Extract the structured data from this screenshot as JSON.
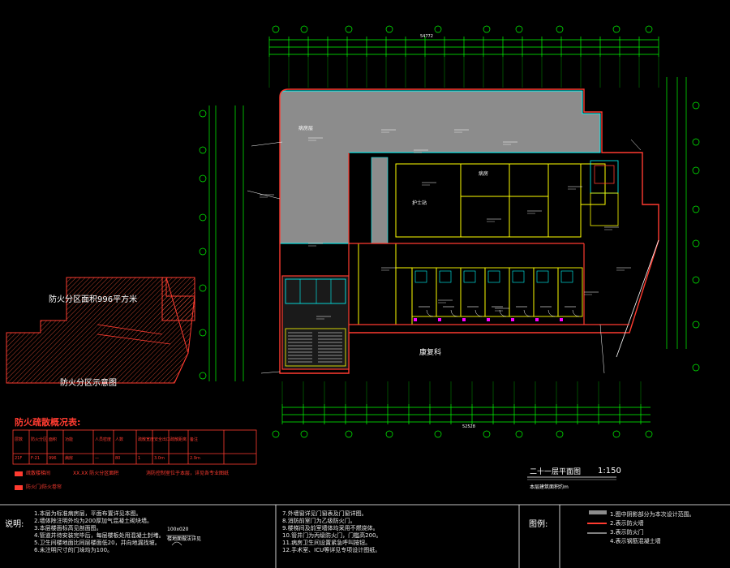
{
  "colors": {
    "background": "#000000",
    "wall": "#ff3b30",
    "partition": "#ffff00",
    "dimension": "#00ff00",
    "axis": "#00ffff",
    "text": "#ffffff",
    "accent_text": "#ff3b30",
    "fill_gray": "#8c8c8c",
    "room_fill": "#2a2a2a",
    "hatch": "#ff5a3c",
    "magenta": "#ff00ff"
  },
  "plan": {
    "title": "二十一层平面图",
    "scale": "1:150",
    "subtitle": "本层建筑面积约m",
    "dim_top_total": "54772",
    "dim_bottom_total": "52528",
    "room_labels": [
      {
        "text": "病房层",
        "highlight": true
      },
      {
        "text": "护士站"
      },
      {
        "text": "病房"
      },
      {
        "text": "康复科"
      }
    ]
  },
  "fire_zone": {
    "zone_label": "防火分区面积996平方米",
    "caption": "防火分区示意图"
  },
  "evac_table": {
    "title": "防火疏散概况表:",
    "headers": [
      "层数",
      "防火分区",
      "面积",
      "功能",
      "人员密度",
      "人数",
      "疏散宽度",
      "安全出口",
      "疏散距离",
      "备注"
    ],
    "row": [
      "21F",
      "F-21",
      "996",
      "病房",
      "—",
      "80",
      "1",
      "3.0m",
      "",
      "2.9m"
    ],
    "legend_1": "疏散楼梯间",
    "legend_1_note": "XX.XX 防火分区面积",
    "legend_2": "防火门/防火卷帘",
    "note_bottom": "消防控制室位于本层，详见各专业图纸"
  },
  "notes": {
    "label": "说明:",
    "items": [
      "1.本层为标准病房层，平面布置详见本图。",
      "2.墙体除注明外均为200厚加气混凝土砌块墙。",
      "3.本层楼面标高见剖面图。",
      "4.管道井待安装完毕后，每层楼板处用混凝土封堵。",
      "5.卫生间楼地面比同层楼面低20，并向地漏找坡。",
      "6.未注明尺寸的门垛均为100。",
      "7.外墙窗详见门窗表及门窗详图。",
      "8.消防前室门为乙级防火门。",
      "9.楼梯间及前室墙体均采用不燃烧体。",
      "10.管井门为丙级防火门，门槛高200。",
      "11.病房卫生间设置紧急呼叫按钮。",
      "12.手术室、ICU等详见专项设计图纸。"
    ],
    "detail_dim": "100x020",
    "detail_note": "楼地面做法详见"
  },
  "legend": {
    "label": "图例:",
    "items": [
      "1.图中阴影部分为本次设计范围。",
      "2.表示防火墙",
      "3.表示防火门",
      "4.表示钢筋混凝土墙"
    ]
  }
}
